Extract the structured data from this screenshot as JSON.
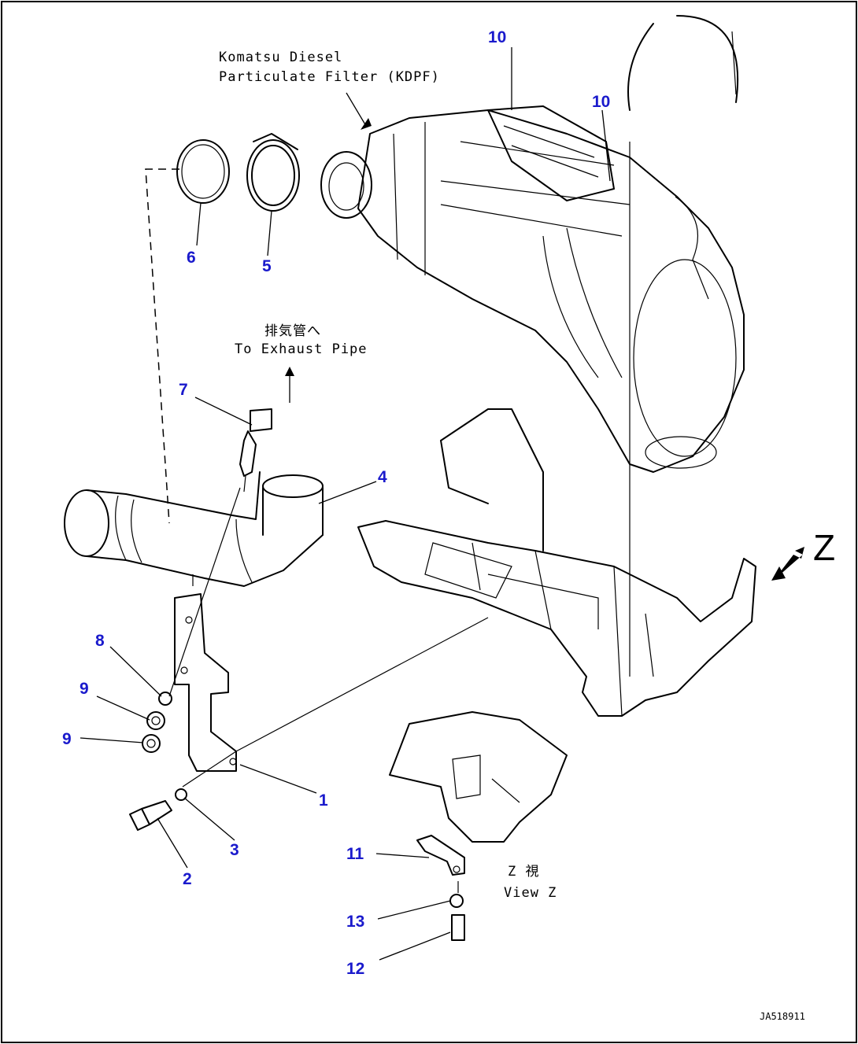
{
  "drawing": {
    "kdpf_label_line1": "Komatsu Diesel",
    "kdpf_label_line2": "Particulate Filter (KDPF)",
    "exhaust_jp": "排気管へ",
    "exhaust_en": "To Exhaust Pipe",
    "view_jp": "Z 視",
    "view_en": "View Z",
    "view_arrow_label": "Z",
    "drawing_code": "JA518911"
  },
  "callouts": {
    "c1": "1",
    "c2": "2",
    "c3": "3",
    "c4": "4",
    "c5": "5",
    "c6": "6",
    "c7": "7",
    "c8": "8",
    "c9a": "9",
    "c9b": "9",
    "c10a": "10",
    "c10b": "10",
    "c11": "11",
    "c12": "12",
    "c13": "13"
  },
  "colors": {
    "callout": "#1a1acc",
    "linework": "#000000"
  }
}
